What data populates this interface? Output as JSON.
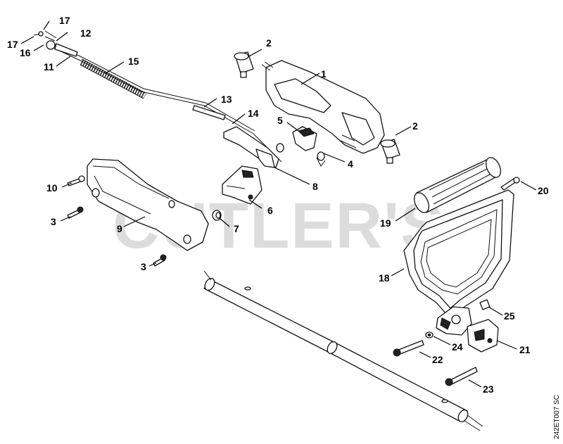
{
  "watermark": "CUTLER'S",
  "drawing_code": "242ET007 SC",
  "callouts": {
    "c1": "1",
    "c2a": "2",
    "c2b": "2",
    "c3a": "3",
    "c3b": "3",
    "c4": "4",
    "c5": "5",
    "c6": "6",
    "c7": "7",
    "c8": "8",
    "c9": "9",
    "c10": "10",
    "c11": "11",
    "c12": "12",
    "c13": "13",
    "c14": "14",
    "c15": "15",
    "c16": "16",
    "c17a": "17",
    "c17b": "17",
    "c18": "18",
    "c19": "19",
    "c20": "20",
    "c21": "21",
    "c22": "22",
    "c23": "23",
    "c24": "24",
    "c25": "25"
  }
}
